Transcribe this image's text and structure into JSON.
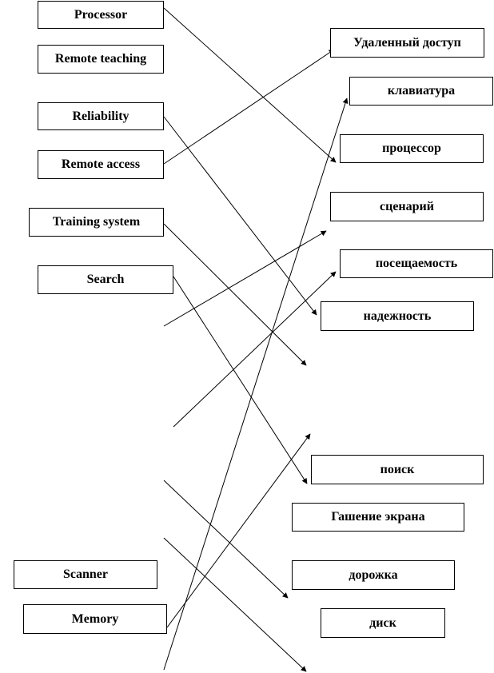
{
  "left_terms": [
    "Processor",
    "Remote teaching",
    "Reliability",
    "Remote access",
    "Training system",
    "Search",
    "Scanner",
    "Memory"
  ],
  "right_terms": [
    "Удаленный доступ",
    "клавиатура",
    "процессор",
    "сценарий",
    "посещаемость",
    "надежность",
    "поиск",
    "Гашение экрана",
    "дорожка",
    "диск"
  ]
}
